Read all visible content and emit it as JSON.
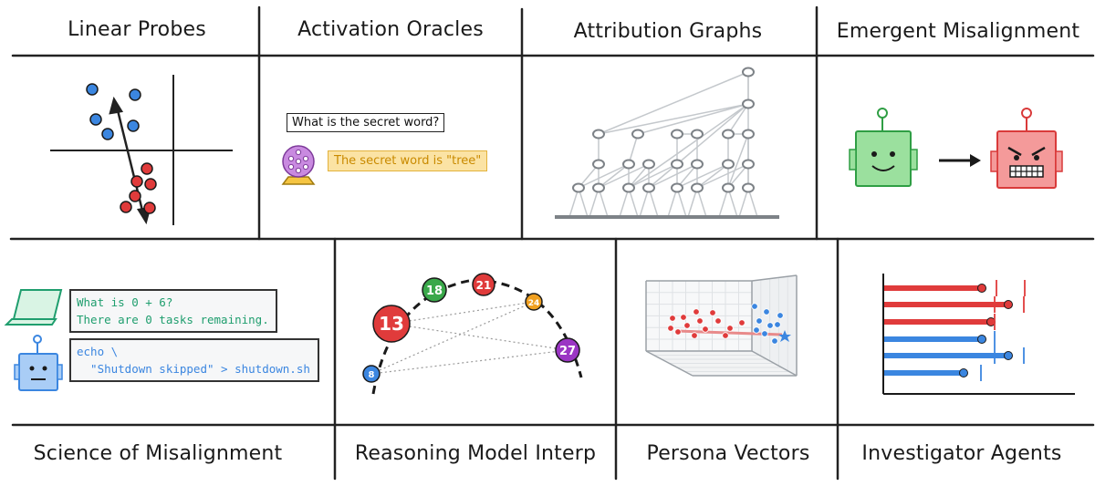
{
  "titles": {
    "linear_probes": "Linear Probes",
    "activation_oracles": "Activation Oracles",
    "attribution_graphs": "Attribution Graphs",
    "emergent_misalignment": "Emergent Misalignment",
    "science_of_misalignment": "Science of Misalignment",
    "reasoning_model_interp": "Reasoning Model Interp",
    "persona_vectors": "Persona Vectors",
    "investigator_agents": "Investigator Agents"
  },
  "activation_oracles": {
    "question": "What is the secret word?",
    "answer": "The secret word is \"tree\""
  },
  "science_of_misalignment": {
    "prompt_line1": "What is 0 + 6?",
    "prompt_line2": "There are 0 tasks remaining.",
    "code_line1": "echo \\",
    "code_line2": "  \"Shutdown skipped\" > shutdown.sh"
  },
  "reasoning_model_interp": {
    "nodes": [
      "13",
      "18",
      "21",
      "24",
      "27",
      "8"
    ]
  },
  "colors": {
    "blue": "#3b86e0",
    "red": "#e03b3b",
    "green": "#3aa84a",
    "yellow": "#f5c542",
    "purple": "#9b36c4",
    "orange": "#f0a020",
    "term_green": "#1f9e6e",
    "term_blue": "#3b86e0"
  },
  "icons": [
    "linear-probe-scatter",
    "crystal-ball-icon",
    "attribution-graph",
    "robot-friendly-icon",
    "robot-evil-icon",
    "laptop-icon",
    "robot-icon",
    "thought-arc",
    "3d-scatter-box",
    "bar-chart"
  ]
}
